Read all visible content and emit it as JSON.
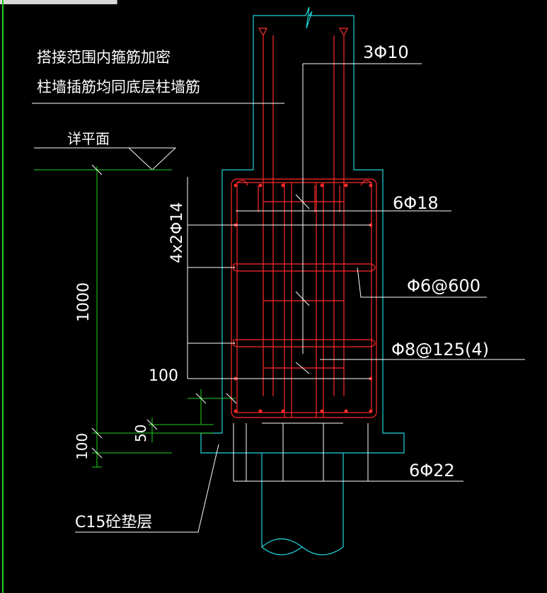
{
  "window": {
    "title_tab": ""
  },
  "notes": {
    "line1": "搭接范围内箍筋加密",
    "line2": "柱墙插筋均同底层柱墙筋"
  },
  "labels": {
    "see_plan": "详平面",
    "main_bars_top": "3Φ10",
    "bars_6_18": "6Φ18",
    "side_bars": "4x2Φ14",
    "tie_bars": "Φ6@600",
    "stirrups": "Φ8@125(4)",
    "bars_6_22": "6Φ22",
    "cushion": "C15砼垫层"
  },
  "dimensions": {
    "height_1000": "1000",
    "cover_100_mid": "100",
    "cover_50": "50",
    "cover_100_bottom": "100"
  },
  "colors": {
    "background": "#000000",
    "concrete_outline": "#22d6dc",
    "rebar": "#ff2a2a",
    "leader_lines": "#ffffff",
    "dimension_lines": "#1fd11f"
  }
}
